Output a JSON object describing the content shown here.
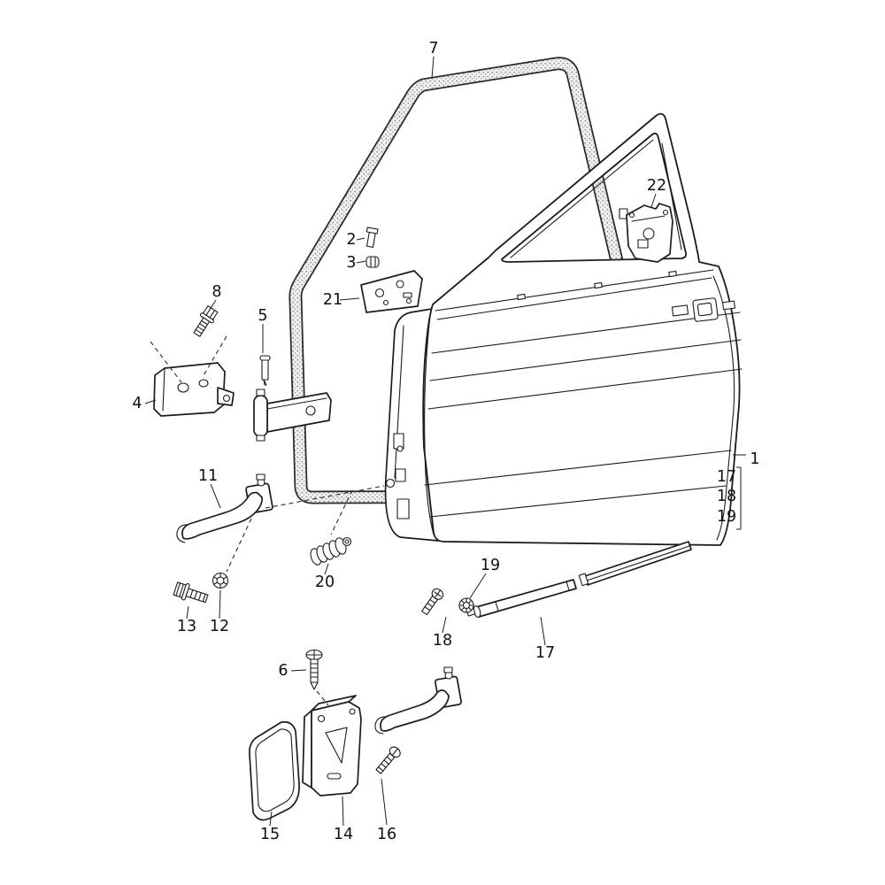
{
  "diagram": {
    "type": "exploded-parts-diagram",
    "subject": "front-door-assembly",
    "colors": {
      "line": "#1c1c1c",
      "background": "#ffffff",
      "seal_dots": "#8a8a8a"
    },
    "callouts": {
      "c1": "1",
      "c2": "2",
      "c3": "3",
      "c4": "4",
      "c5": "5",
      "c6": "6",
      "c7": "7",
      "c8": "8",
      "c11": "11",
      "c12": "12",
      "c13": "13",
      "c14": "14",
      "c15": "15",
      "c16": "16",
      "c17a": "17",
      "c17b": "17",
      "c18a": "18",
      "c18b": "18",
      "c19a": "19",
      "c19b": "19",
      "c20": "20",
      "c21": "21",
      "c22": "22"
    }
  }
}
